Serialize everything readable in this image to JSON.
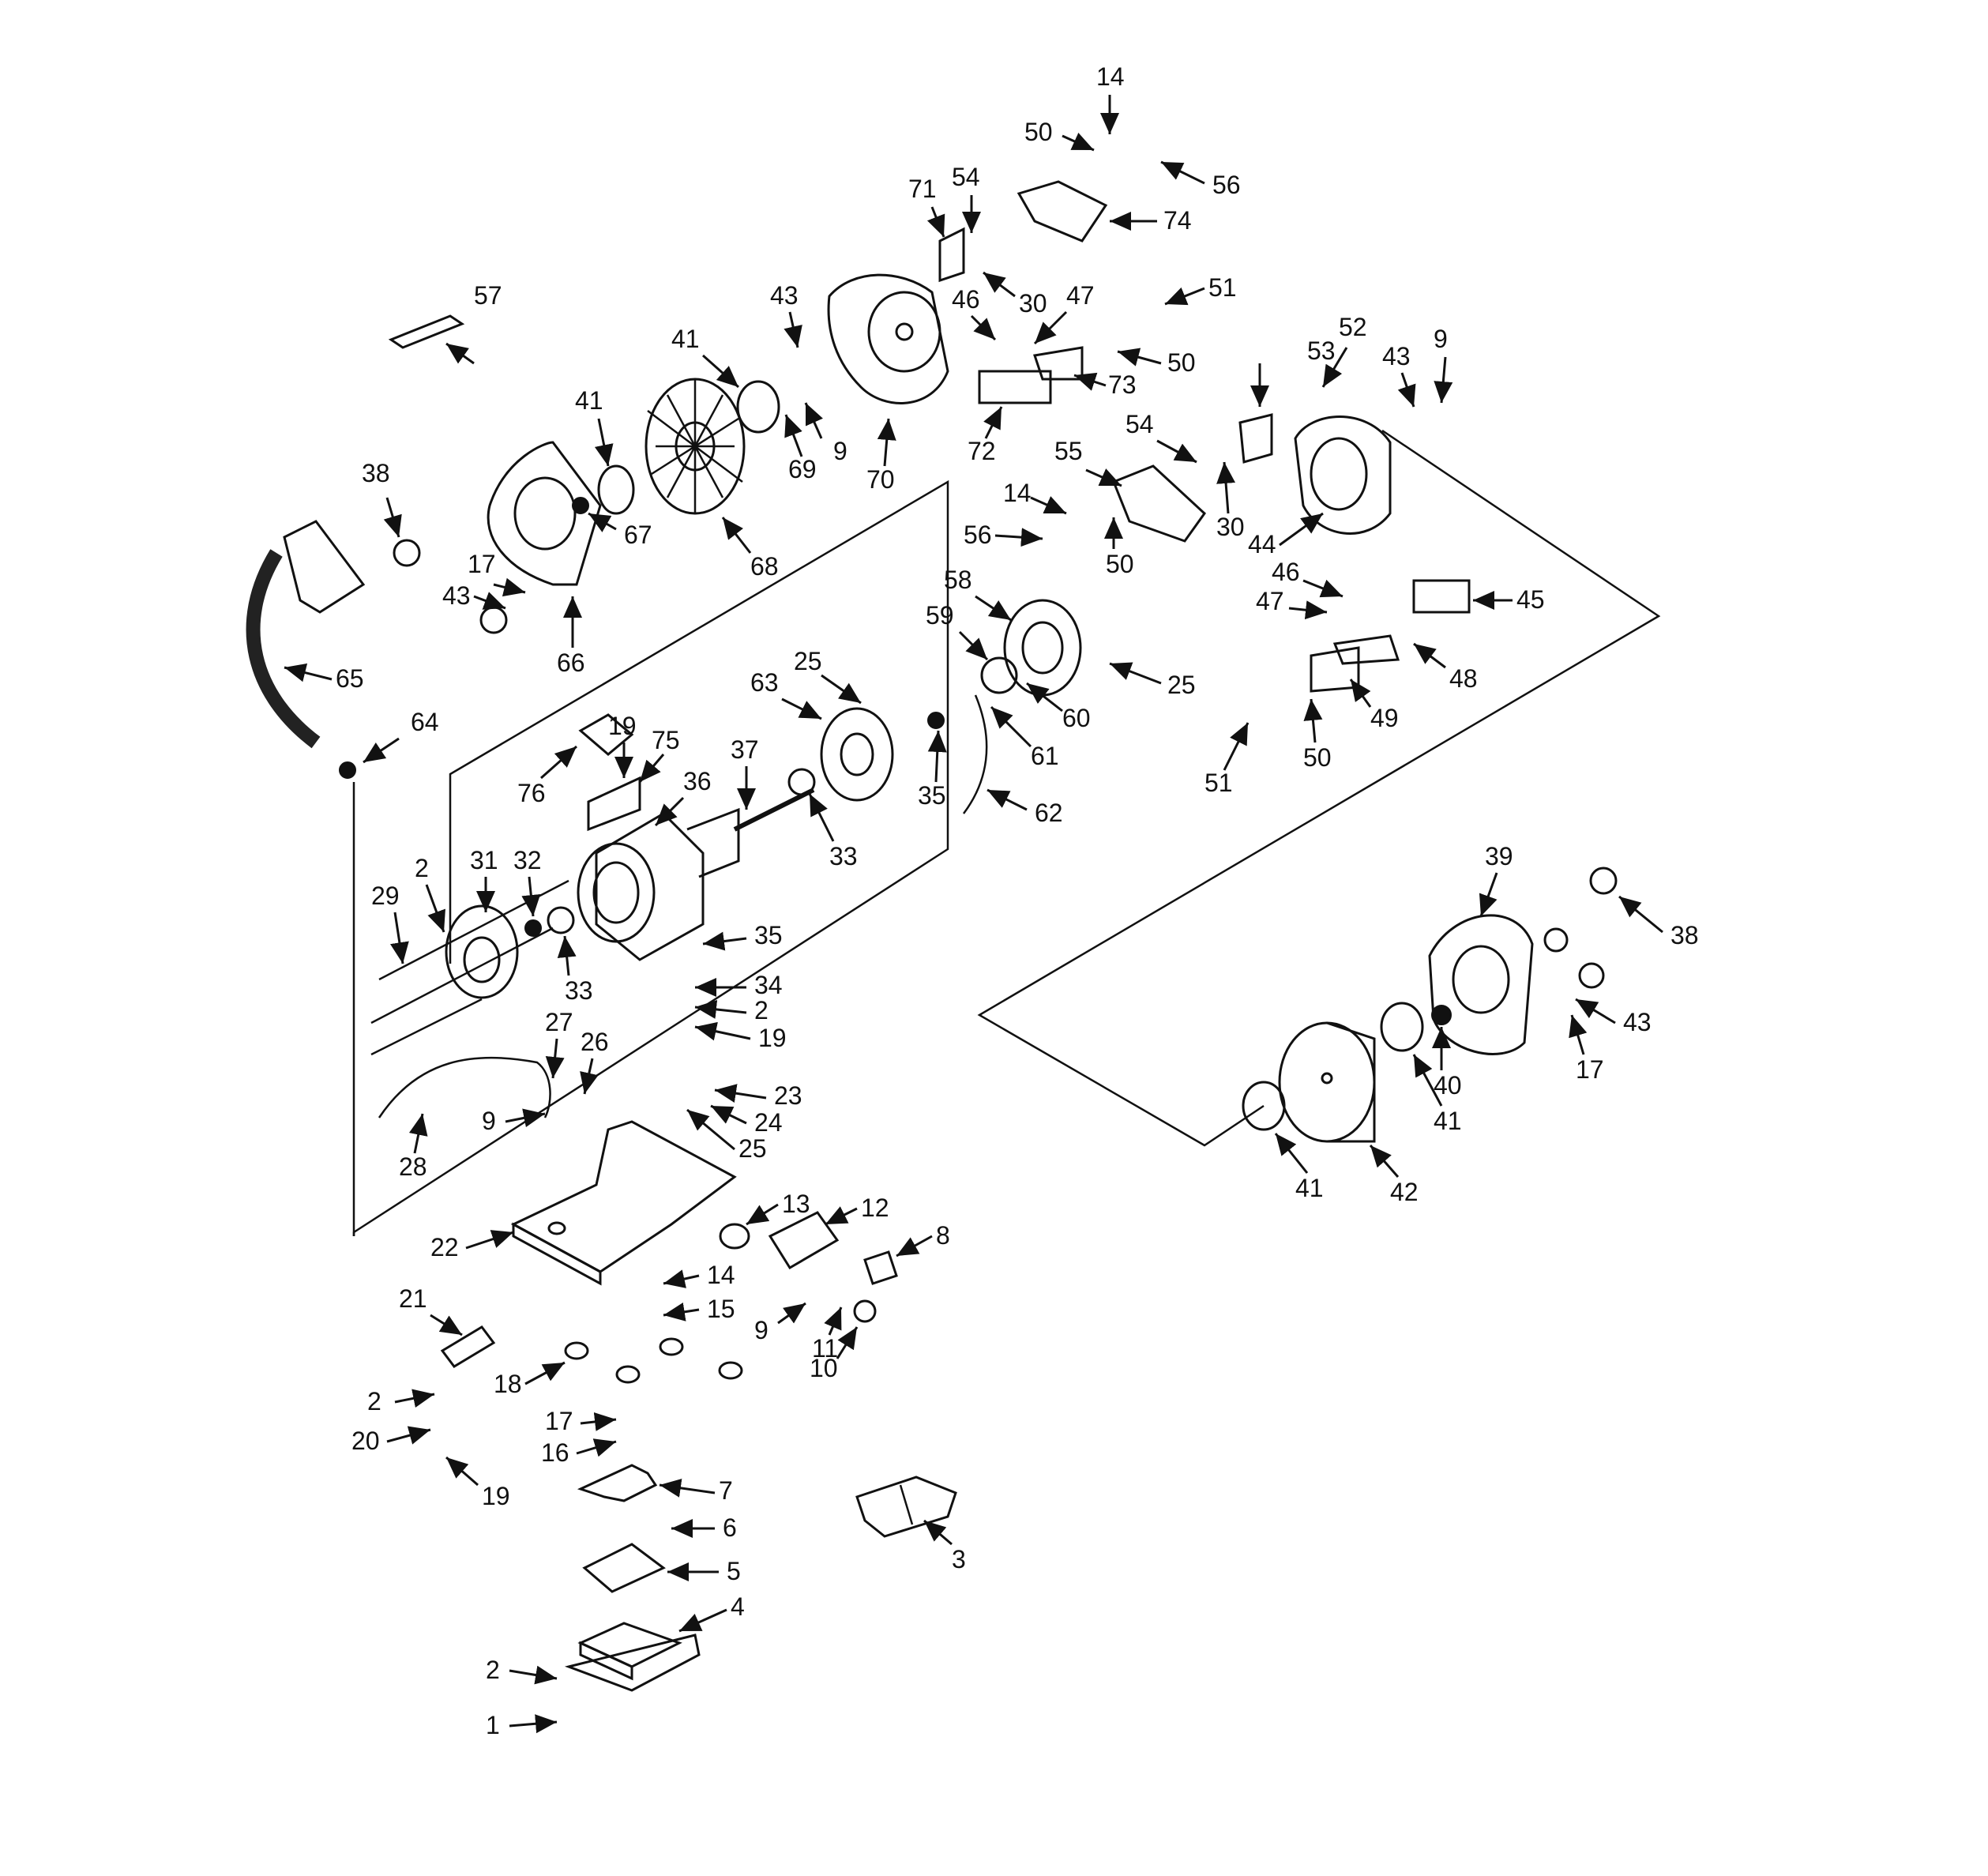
{
  "diagram": {
    "kind": "exploded parts view",
    "callouts": [
      "1",
      "2",
      "3",
      "4",
      "5",
      "6",
      "7",
      "8",
      "9",
      "10",
      "11",
      "12",
      "13",
      "14",
      "15",
      "16",
      "17",
      "18",
      "19",
      "20",
      "21",
      "22",
      "23",
      "24",
      "25",
      "26",
      "27",
      "28",
      "29",
      "30",
      "31",
      "32",
      "33",
      "34",
      "35",
      "36",
      "37",
      "38",
      "39",
      "40",
      "41",
      "42",
      "43",
      "44",
      "45",
      "46",
      "47",
      "48",
      "49",
      "50",
      "51",
      "52",
      "53",
      "54",
      "55",
      "56",
      "57",
      "58",
      "59",
      "60",
      "61",
      "62",
      "63",
      "64",
      "65",
      "66",
      "67",
      "68",
      "69",
      "70",
      "71",
      "72",
      "73",
      "74",
      "75",
      "76"
    ]
  }
}
